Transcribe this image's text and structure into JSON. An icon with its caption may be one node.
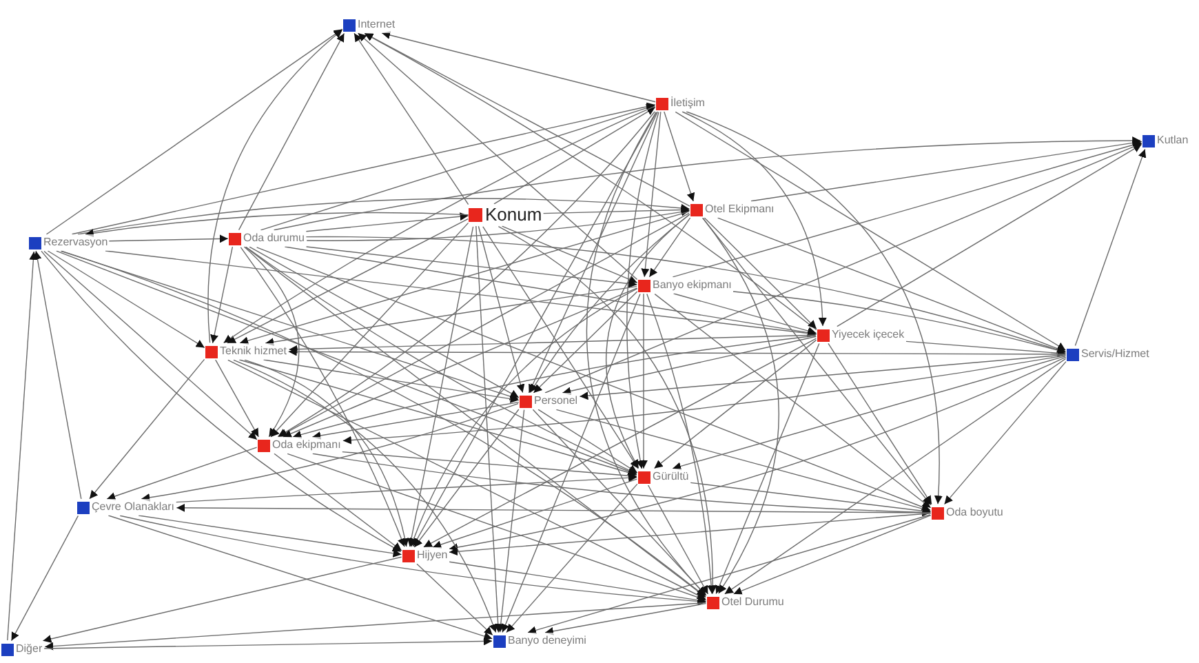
{
  "diagram": {
    "nodes": [
      {
        "text": [
          "Internet"
        ]
      },
      {
        "text": [
          "İletişim"
        ]
      },
      {
        "text": [
          "Kutlan"
        ]
      },
      {
        "text": [
          "Rezervasyon"
        ]
      },
      {
        "text": [
          "Oda durumu"
        ]
      },
      {
        "text": [
          "Konum"
        ]
      },
      {
        "text": [
          "Otel Ekipmanı"
        ]
      },
      {
        "text": [
          "Banyo ekipmanı"
        ]
      },
      {
        "text": [
          "Yiyecek içecek"
        ]
      },
      {
        "text": [
          "Servis/Hizmet"
        ]
      },
      {
        "text": [
          "Teknik hizmet"
        ]
      },
      {
        "text": [
          "Personel"
        ]
      },
      {
        "text": [
          "Oda ekipmanı"
        ]
      },
      {
        "text": [
          "Çevre Olanakları"
        ]
      },
      {
        "text": [
          "Gürültü"
        ]
      },
      {
        "text": [
          "Oda boyutu"
        ]
      },
      {
        "text": [
          "Hijyen"
        ]
      },
      {
        "text": [
          "Otel Durumu"
        ]
      },
      {
        "text": [
          "Banyo deneyimi"
        ]
      },
      {
        "text": [
          "Diğer"
        ]
      }
    ],
    "edges": [
      {
        "from": 3,
        "to": 0,
        "arrow": "to"
      },
      {
        "from": 4,
        "to": 0,
        "arrow": "to"
      },
      {
        "from": 10,
        "to": 0,
        "arrow": "to"
      },
      {
        "from": 1,
        "to": 0,
        "arrow": "to"
      },
      {
        "from": 5,
        "to": 0,
        "arrow": "to"
      },
      {
        "from": 6,
        "to": 0,
        "arrow": "to"
      },
      {
        "from": 7,
        "to": 0,
        "arrow": "to"
      },
      {
        "from": 8,
        "to": 0,
        "arrow": "to"
      },
      {
        "from": 3,
        "to": 4,
        "arrow": "to"
      },
      {
        "from": 3,
        "to": 1,
        "arrow": "to"
      },
      {
        "from": 3,
        "to": 6,
        "arrow": "to"
      },
      {
        "from": 3,
        "to": 10,
        "arrow": "to"
      },
      {
        "from": 3,
        "to": 12,
        "arrow": "to"
      },
      {
        "from": 3,
        "to": 11,
        "arrow": "to"
      },
      {
        "from": 3,
        "to": 14,
        "arrow": "to"
      },
      {
        "from": 3,
        "to": 16,
        "arrow": "to"
      },
      {
        "from": 3,
        "to": 17,
        "arrow": "to"
      },
      {
        "from": 3,
        "to": 8,
        "arrow": "to"
      },
      {
        "from": 4,
        "to": 5,
        "arrow": "to"
      },
      {
        "from": 4,
        "to": 6,
        "arrow": "to"
      },
      {
        "from": 4,
        "to": 7,
        "arrow": "to"
      },
      {
        "from": 4,
        "to": 1,
        "arrow": "to"
      },
      {
        "from": 4,
        "to": 2,
        "arrow": "to"
      },
      {
        "from": 4,
        "to": 8,
        "arrow": "to"
      },
      {
        "from": 4,
        "to": 10,
        "arrow": "to"
      },
      {
        "from": 4,
        "to": 12,
        "arrow": "to"
      },
      {
        "from": 4,
        "to": 11,
        "arrow": "to"
      },
      {
        "from": 4,
        "to": 14,
        "arrow": "to"
      },
      {
        "from": 4,
        "to": 16,
        "arrow": "to"
      },
      {
        "from": 4,
        "to": 17,
        "arrow": "to"
      },
      {
        "from": 4,
        "to": 15,
        "arrow": "to"
      },
      {
        "from": 4,
        "to": 9,
        "arrow": "to"
      },
      {
        "from": 5,
        "to": 6,
        "arrow": "to"
      },
      {
        "from": 5,
        "to": 1,
        "arrow": "to"
      },
      {
        "from": 5,
        "to": 7,
        "arrow": "to"
      },
      {
        "from": 5,
        "to": 11,
        "arrow": "to"
      },
      {
        "from": 5,
        "to": 14,
        "arrow": "to"
      },
      {
        "from": 5,
        "to": 16,
        "arrow": "to"
      },
      {
        "from": 5,
        "to": 18,
        "arrow": "to"
      },
      {
        "from": 5,
        "to": 17,
        "arrow": "to"
      },
      {
        "from": 5,
        "to": 10,
        "arrow": "to"
      },
      {
        "from": 5,
        "to": 12,
        "arrow": "to"
      },
      {
        "from": 5,
        "to": 3,
        "arrow": "to"
      },
      {
        "from": 1,
        "to": 6,
        "arrow": "to"
      },
      {
        "from": 1,
        "to": 7,
        "arrow": "to"
      },
      {
        "from": 1,
        "to": 8,
        "arrow": "to"
      },
      {
        "from": 1,
        "to": 9,
        "arrow": "to"
      },
      {
        "from": 1,
        "to": 11,
        "arrow": "to"
      },
      {
        "from": 1,
        "to": 14,
        "arrow": "to"
      },
      {
        "from": 1,
        "to": 17,
        "arrow": "to"
      },
      {
        "from": 1,
        "to": 16,
        "arrow": "to"
      },
      {
        "from": 1,
        "to": 12,
        "arrow": "to"
      },
      {
        "from": 1,
        "to": 10,
        "arrow": "to"
      },
      {
        "from": 1,
        "to": 15,
        "arrow": "to"
      },
      {
        "from": 6,
        "to": 7,
        "arrow": "to"
      },
      {
        "from": 6,
        "to": 8,
        "arrow": "to"
      },
      {
        "from": 6,
        "to": 2,
        "arrow": "to"
      },
      {
        "from": 6,
        "to": 9,
        "arrow": "to"
      },
      {
        "from": 6,
        "to": 14,
        "arrow": "to"
      },
      {
        "from": 6,
        "to": 17,
        "arrow": "to"
      },
      {
        "from": 6,
        "to": 15,
        "arrow": "to"
      },
      {
        "from": 6,
        "to": 11,
        "arrow": "to"
      },
      {
        "from": 6,
        "to": 12,
        "arrow": "to"
      },
      {
        "from": 6,
        "to": 10,
        "arrow": "to"
      },
      {
        "from": 7,
        "to": 8,
        "arrow": "to"
      },
      {
        "from": 7,
        "to": 11,
        "arrow": "to"
      },
      {
        "from": 7,
        "to": 14,
        "arrow": "to"
      },
      {
        "from": 7,
        "to": 2,
        "arrow": "to"
      },
      {
        "from": 7,
        "to": 9,
        "arrow": "to"
      },
      {
        "from": 7,
        "to": 16,
        "arrow": "to"
      },
      {
        "from": 7,
        "to": 17,
        "arrow": "to"
      },
      {
        "from": 7,
        "to": 18,
        "arrow": "to"
      },
      {
        "from": 7,
        "to": 10,
        "arrow": "to"
      },
      {
        "from": 7,
        "to": 12,
        "arrow": "to"
      },
      {
        "from": 7,
        "to": 15,
        "arrow": "to"
      },
      {
        "from": 8,
        "to": 9,
        "arrow": "to"
      },
      {
        "from": 8,
        "to": 15,
        "arrow": "to"
      },
      {
        "from": 8,
        "to": 14,
        "arrow": "to"
      },
      {
        "from": 8,
        "to": 11,
        "arrow": "to"
      },
      {
        "from": 8,
        "to": 12,
        "arrow": "to"
      },
      {
        "from": 8,
        "to": 16,
        "arrow": "to"
      },
      {
        "from": 8,
        "to": 17,
        "arrow": "to"
      },
      {
        "from": 8,
        "to": 10,
        "arrow": "to"
      },
      {
        "from": 8,
        "to": 2,
        "arrow": "to"
      },
      {
        "from": 9,
        "to": 2,
        "arrow": "to"
      },
      {
        "from": 9,
        "to": 15,
        "arrow": "to"
      },
      {
        "from": 9,
        "to": 11,
        "arrow": "to"
      },
      {
        "from": 9,
        "to": 12,
        "arrow": "to"
      },
      {
        "from": 9,
        "to": 14,
        "arrow": "to"
      },
      {
        "from": 9,
        "to": 10,
        "arrow": "to"
      },
      {
        "from": 9,
        "to": 17,
        "arrow": "to"
      },
      {
        "from": 9,
        "to": 16,
        "arrow": "to"
      },
      {
        "from": 10,
        "to": 12,
        "arrow": "to"
      },
      {
        "from": 10,
        "to": 13,
        "arrow": "to"
      },
      {
        "from": 10,
        "to": 11,
        "arrow": "to"
      },
      {
        "from": 10,
        "to": 14,
        "arrow": "to"
      },
      {
        "from": 10,
        "to": 16,
        "arrow": "to"
      },
      {
        "from": 10,
        "to": 18,
        "arrow": "to"
      },
      {
        "from": 10,
        "to": 17,
        "arrow": "to"
      },
      {
        "from": 11,
        "to": 14,
        "arrow": "to"
      },
      {
        "from": 11,
        "to": 12,
        "arrow": "to"
      },
      {
        "from": 11,
        "to": 16,
        "arrow": "to"
      },
      {
        "from": 11,
        "to": 18,
        "arrow": "to"
      },
      {
        "from": 11,
        "to": 17,
        "arrow": "to"
      },
      {
        "from": 11,
        "to": 15,
        "arrow": "to"
      },
      {
        "from": 11,
        "to": 13,
        "arrow": "to"
      },
      {
        "from": 11,
        "to": 2,
        "arrow": "to"
      },
      {
        "from": 12,
        "to": 13,
        "arrow": "to"
      },
      {
        "from": 12,
        "to": 16,
        "arrow": "to"
      },
      {
        "from": 12,
        "to": 14,
        "arrow": "to"
      },
      {
        "from": 12,
        "to": 17,
        "arrow": "to"
      },
      {
        "from": 12,
        "to": 15,
        "arrow": "to"
      },
      {
        "from": 13,
        "to": 3,
        "arrow": "to"
      },
      {
        "from": 13,
        "to": 16,
        "arrow": "to"
      },
      {
        "from": 13,
        "to": 14,
        "arrow": "to"
      },
      {
        "from": 13,
        "to": 17,
        "arrow": "to"
      },
      {
        "from": 13,
        "to": 19,
        "arrow": "to"
      },
      {
        "from": 13,
        "to": 18,
        "arrow": "to"
      },
      {
        "from": 14,
        "to": 16,
        "arrow": "to"
      },
      {
        "from": 14,
        "to": 17,
        "arrow": "to"
      },
      {
        "from": 14,
        "to": 18,
        "arrow": "to"
      },
      {
        "from": 14,
        "to": 15,
        "arrow": "to"
      },
      {
        "from": 15,
        "to": 17,
        "arrow": "to"
      },
      {
        "from": 15,
        "to": 16,
        "arrow": "to"
      },
      {
        "from": 15,
        "to": 18,
        "arrow": "to"
      },
      {
        "from": 15,
        "to": 13,
        "arrow": "to"
      },
      {
        "from": 16,
        "to": 17,
        "arrow": "to"
      },
      {
        "from": 16,
        "to": 18,
        "arrow": "to"
      },
      {
        "from": 16,
        "to": 19,
        "arrow": "to"
      },
      {
        "from": 17,
        "to": 18,
        "arrow": "to"
      },
      {
        "from": 17,
        "to": 19,
        "arrow": "to"
      },
      {
        "from": 19,
        "to": 3,
        "arrow": "to"
      },
      {
        "from": 19,
        "to": 18,
        "arrow": "to"
      }
    ]
  }
}
